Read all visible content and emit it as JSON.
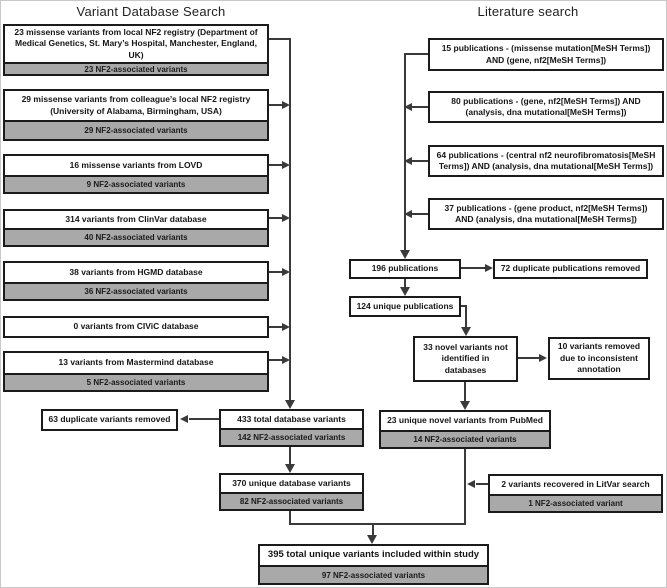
{
  "left_column": {
    "title": "Variant Database Search",
    "sources": [
      {
        "label": "23 missense variants from local NF2 registry (Department of Medical Genetics, St. Mary’s Hospital, Manchester, England, UK)",
        "sub": "23 NF2-associated variants"
      },
      {
        "label": "29 missense variants from colleague’s local NF2 registry (University of Alabama, Birmingham, USA)",
        "sub": "29 NF2-associated variants"
      },
      {
        "label": "16 missense variants from LOVD",
        "sub": "9 NF2-associated variants"
      },
      {
        "label": "314 variants from ClinVar database",
        "sub": "40 NF2-associated variants"
      },
      {
        "label": "38 variants from HGMD database",
        "sub": "36 NF2-associated variants"
      },
      {
        "label": "0 variants from CIViC database"
      },
      {
        "label": "13 variants from Mastermind database",
        "sub": "5 NF2-associated variants"
      }
    ],
    "duplicates_removed": "63 duplicate variants removed",
    "total_db": {
      "label": "433 total database variants",
      "sub": "142 NF2-associated variants"
    },
    "unique_db": {
      "label": "370 unique database variants",
      "sub": "82 NF2-associated variants"
    }
  },
  "right_column": {
    "title": "Literature search",
    "queries": [
      {
        "label": "15 publications - (missense mutation[MeSH Terms]) AND (gene, nf2[MeSH Terms])"
      },
      {
        "label": "80 publications - (gene, nf2[MeSH Terms]) AND (analysis, dna mutational[MeSH Terms])"
      },
      {
        "label": "64 publications - (central nf2 neurofibromatosis[MeSH Terms]) AND (analysis, dna mutational[MeSH Terms])"
      },
      {
        "label": "37 publications - (gene product, nf2[MeSH Terms]) AND (analysis, dna mutational[MeSH Terms])"
      }
    ],
    "publications": "196 publications",
    "duplicate_pubs_removed": "72 duplicate publications removed",
    "unique_pubs": "124 unique publications",
    "novel_variants": "33 novel variants not identified in databases",
    "inconsistent_removed": "10 variants removed due to inconsistent annotation",
    "pubmed": {
      "label": "23 unique novel variants from PubMed",
      "sub": "14 NF2-associated variants"
    },
    "litvar": {
      "label": "2 variants recovered in LitVar search",
      "sub": "1 NF2-associated variant"
    }
  },
  "final_box": {
    "label": "395 total unique variants included within study",
    "sub": "97 NF2-associated variants"
  }
}
